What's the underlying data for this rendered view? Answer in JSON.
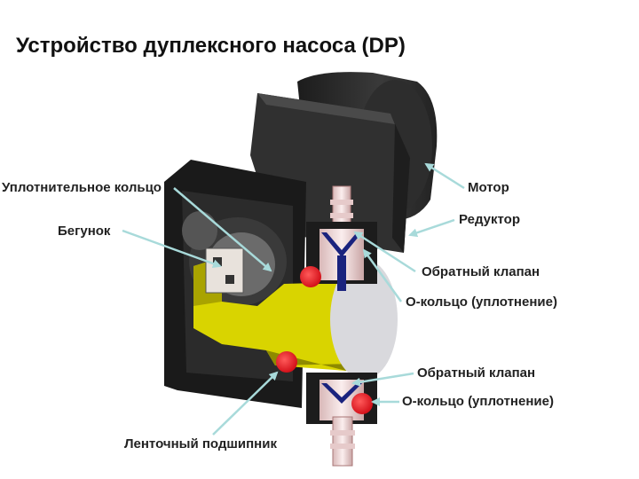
{
  "title": "Устройство дуплексного насоса (DP)",
  "labels": {
    "motor": "Мотор",
    "reducer": "Редуктор",
    "seal_ring": "Уплотнительное кольцо",
    "runner": "Бегунок",
    "check_valve_top": "Обратный клапан",
    "oring_top": "О-кольцо (уплотнение)",
    "check_valve_bottom": "Обратный клапан",
    "oring_bottom": "О-кольцо (уплотнение)",
    "belt_bearing": "Ленточный подшипник"
  },
  "colors": {
    "housing": "#2a2a2a",
    "yellow_rotor": "#d9d400",
    "arrow": "#a8dada",
    "highlight": "#e8141c",
    "valve": "#1a237e"
  }
}
